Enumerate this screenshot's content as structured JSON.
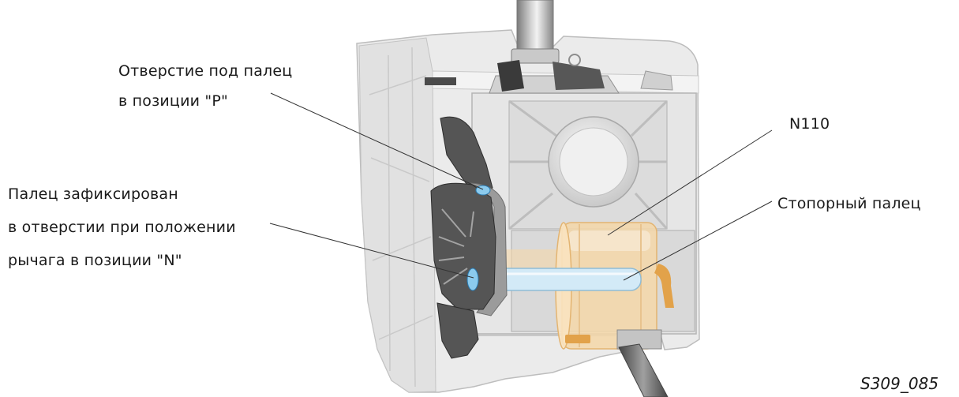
{
  "callouts": {
    "hole_p": {
      "line1": "Отверстие под палец",
      "line2": "в позиции \"P\""
    },
    "pin_locked": {
      "line1": "Палец зафиксирован",
      "line2": "в отверстии при положении",
      "line3": "рычага в позиции \"N\""
    },
    "n110": "N110",
    "locking_pin": "Стопорный палец"
  },
  "figure_id": "S309_085",
  "colors": {
    "housing": "#ebebeb",
    "gate": "#555555",
    "solenoid": "#f5d7a8",
    "pin": "#d3eaf7",
    "highlight": "#8ccbee",
    "leader": "#333333"
  }
}
